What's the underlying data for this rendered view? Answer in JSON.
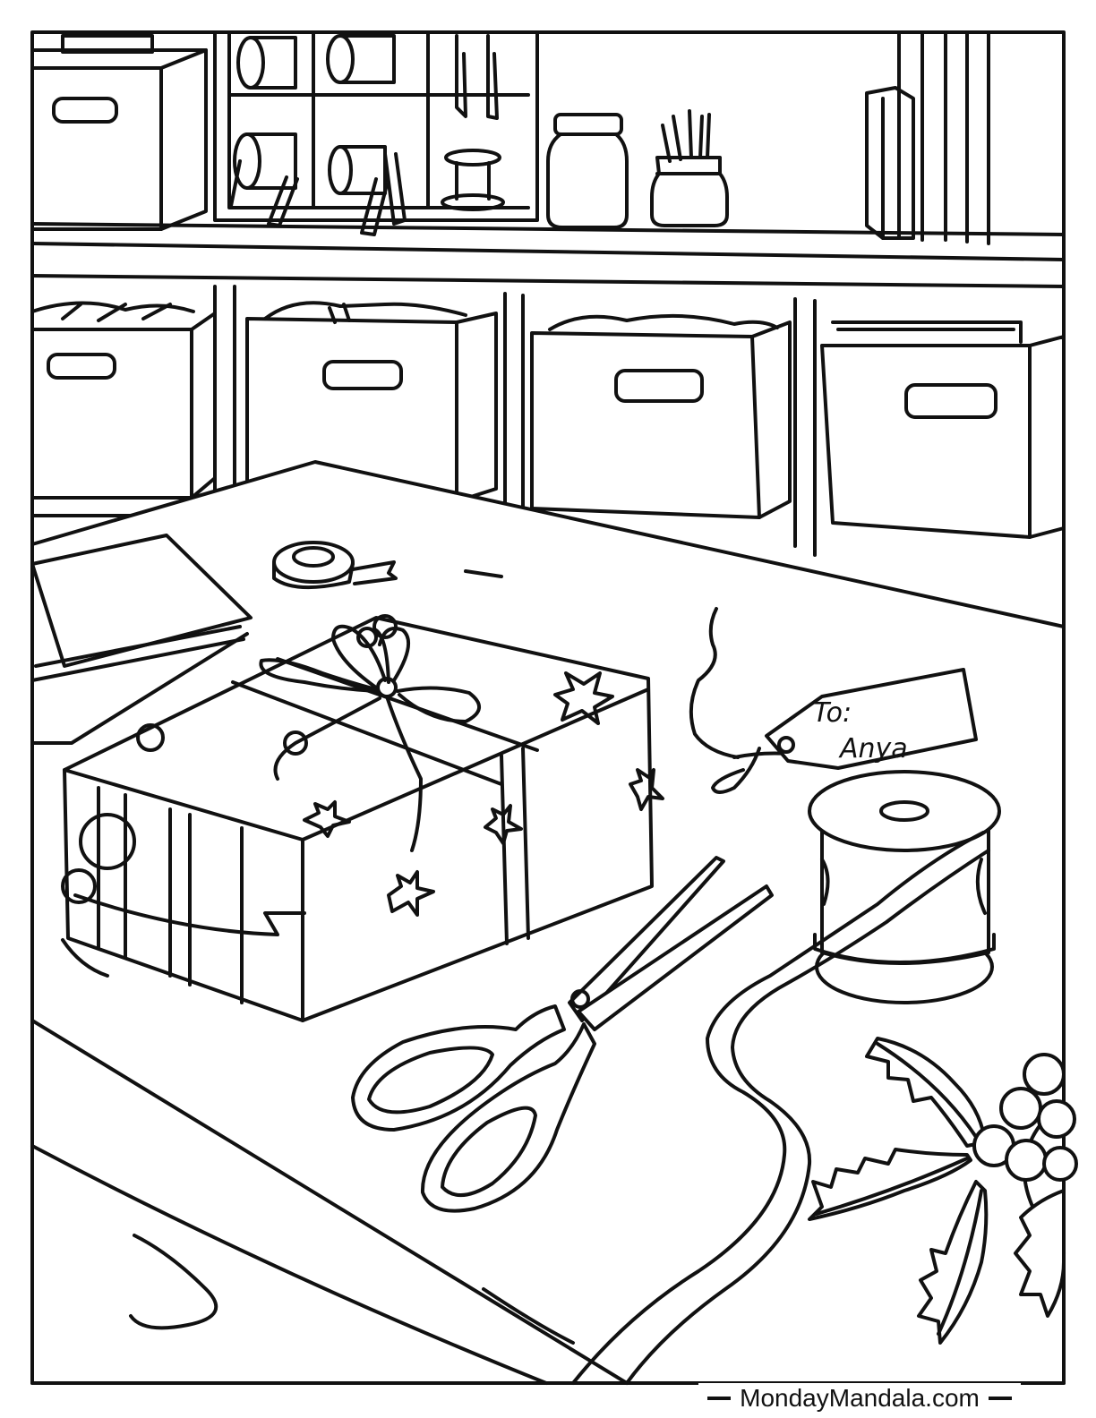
{
  "gift_tag": {
    "line1": "To:",
    "line2": "Anya"
  },
  "watermark": "MondayMandala.com",
  "colors": {
    "ink": "#111111",
    "paper": "#ffffff"
  }
}
